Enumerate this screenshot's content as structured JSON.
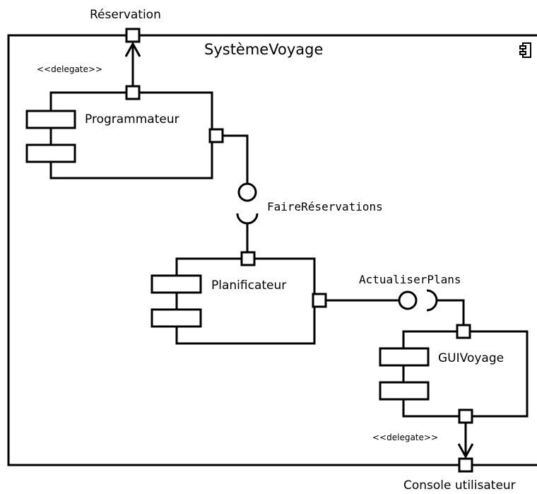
{
  "diagram": {
    "system": {
      "name": "SystèmeVoyage"
    },
    "external_ports": {
      "top": "Réservation",
      "bottom": "Console utilisateur"
    },
    "components": {
      "programmateur": "Programmateur",
      "planificateur": "Planificateur",
      "guivoyage": "GUIVoyage"
    },
    "interfaces": {
      "faire_reservations": "FaireRéservations",
      "actualiser_plans": "ActualiserPlans"
    },
    "stereotypes": {
      "delegate_top": "<<delegate>>",
      "delegate_bottom": "<<delegate>>"
    }
  }
}
